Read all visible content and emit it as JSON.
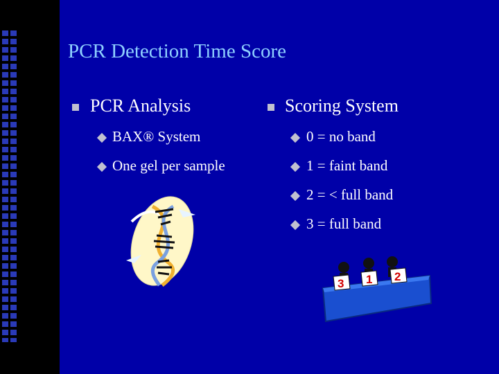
{
  "title": "PCR Detection Time Score",
  "left": {
    "heading": "PCR Analysis",
    "items": [
      "BAX® System",
      "One gel per sample"
    ]
  },
  "right": {
    "heading": "Scoring System",
    "items": [
      "0 = no band",
      "1 = faint band",
      "2 = < full band",
      "3 = full band"
    ]
  },
  "clipart": {
    "dna": "dna-helix-icon",
    "judges": "judges-scoring-icon",
    "scores": [
      "3",
      "1",
      "2"
    ]
  },
  "colors": {
    "background": "#0000a8",
    "title": "#8fd0ff",
    "text": "#ffffff",
    "bullet": "#c0c0d0"
  }
}
